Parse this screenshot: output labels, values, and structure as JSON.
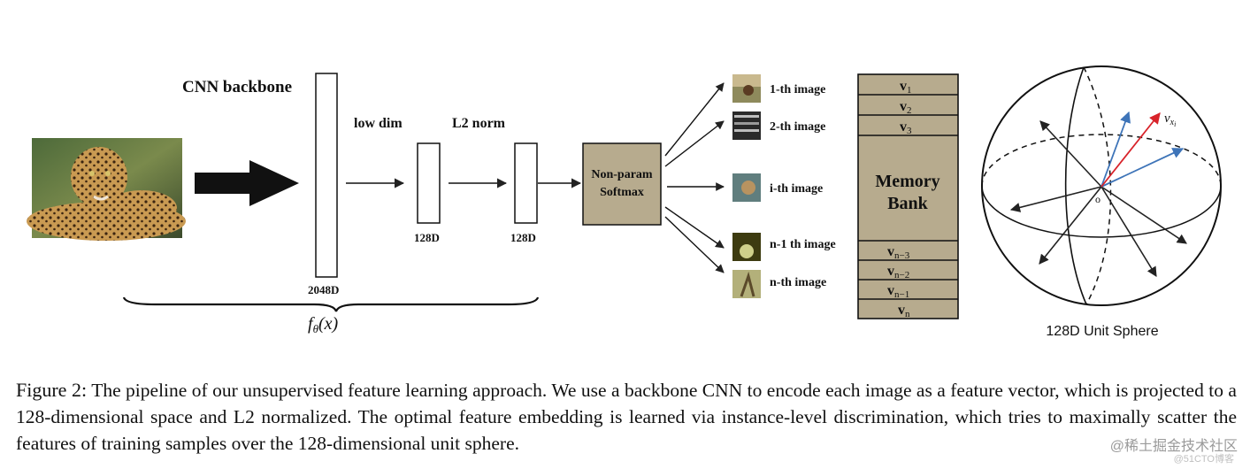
{
  "diagram": {
    "cnn_label": "CNN backbone",
    "low_dim_label": "low dim",
    "l2_label": "L2 norm",
    "dim_2048": "2048D",
    "dim_128_a": "128D",
    "dim_128_b": "128D",
    "func_f": "f",
    "func_theta": "θ",
    "func_x": "(x)",
    "softmax_line1": "Non-param",
    "softmax_line2": "Softmax",
    "images": [
      "1-th image",
      "2-th image",
      "i-th image",
      "n-1 th image",
      "n-th image"
    ],
    "memory_line1": "Memory",
    "memory_line2": "Bank",
    "memory_top": [
      {
        "base": "v",
        "sub": "1"
      },
      {
        "base": "v",
        "sub": "2"
      },
      {
        "base": "v",
        "sub": "3"
      }
    ],
    "memory_bottom": [
      {
        "base": "v",
        "sub": "n−3"
      },
      {
        "base": "v",
        "sub": "n−2"
      },
      {
        "base": "v",
        "sub": "n−1"
      },
      {
        "base": "v",
        "sub": "n"
      }
    ],
    "sphere_origin": "o",
    "sphere_vector_base": "v",
    "sphere_vector_sub": "x",
    "sphere_vector_subsub": "i",
    "sphere_label": "128D Unit Sphere"
  },
  "caption": {
    "label": "Figure 2:",
    "text": "The pipeline of our unsupervised feature learning approach. We use a backbone CNN to encode each image as a feature vector, which is projected to a 128-dimensional space and L2 normalized. The optimal feature embedding is learned via instance-level discrimination, which tries to maximally scatter the features of training samples over the 128-dimensional unit sphere."
  },
  "watermark": "@稀土掘金技术社区",
  "watermark_sub": "@51CTO博客",
  "colors": {
    "box_fill": "#b7ab8e",
    "arrow_blue": "#3e74b8",
    "arrow_red": "#d8232a",
    "line": "#222222"
  }
}
